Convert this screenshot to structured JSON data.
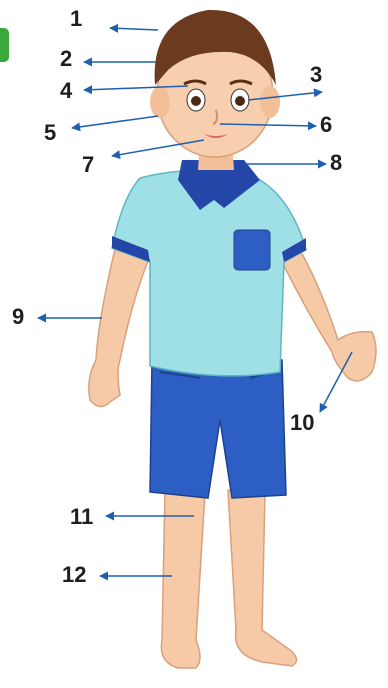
{
  "labels": [
    {
      "num": "1",
      "part": "hair"
    },
    {
      "num": "2",
      "part": "head"
    },
    {
      "num": "3",
      "part": "eye"
    },
    {
      "num": "4",
      "part": "eyebrow"
    },
    {
      "num": "5",
      "part": "ear"
    },
    {
      "num": "6",
      "part": "nose"
    },
    {
      "num": "7",
      "part": "mouth"
    },
    {
      "num": "8",
      "part": "neck"
    },
    {
      "num": "9",
      "part": "arm"
    },
    {
      "num": "10",
      "part": "hand"
    },
    {
      "num": "11",
      "part": "knee"
    },
    {
      "num": "12",
      "part": "leg"
    }
  ],
  "colors": {
    "pointer": "#1f5fb0",
    "tab": "#3aa83a",
    "hair": "#6b3a1f",
    "skin": "#f7cfae",
    "shirt": "#9ee0e6",
    "collar": "#2346a8",
    "shorts": "#2d5ec4"
  }
}
